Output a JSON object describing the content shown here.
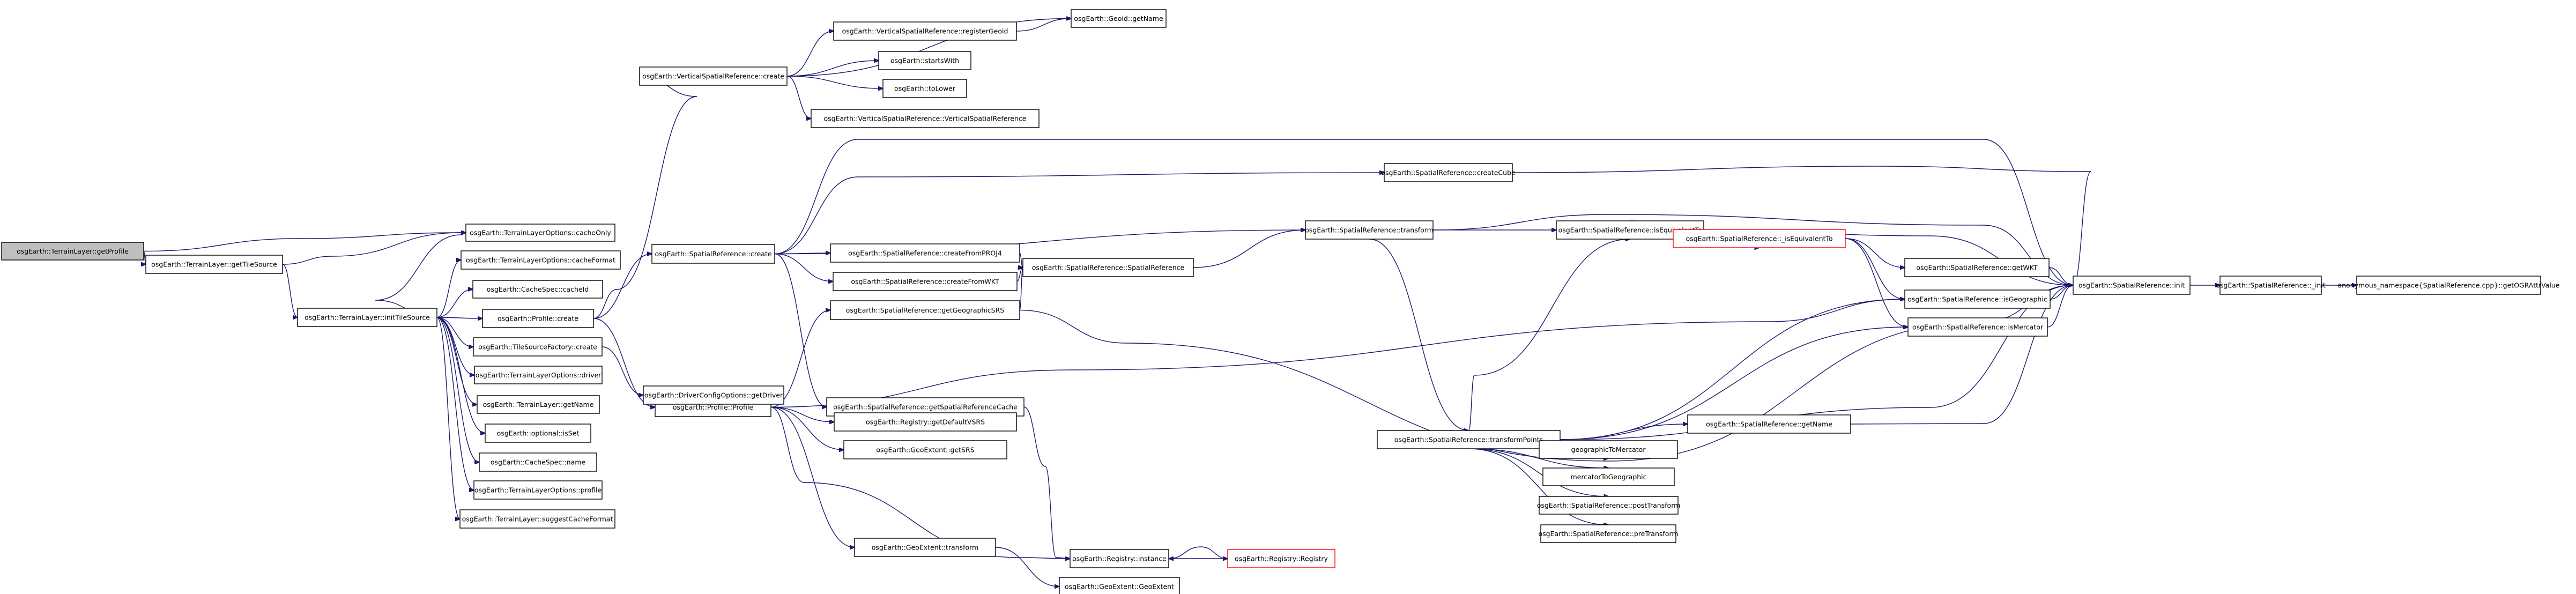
{
  "diagram": {
    "type": "call-graph",
    "nodes": [
      {
        "id": "n0",
        "label": "osgEarth::TerrainLayer::getProfile",
        "style": "root"
      },
      {
        "id": "n1",
        "label": "osgEarth::TerrainLayerOptions::cacheOnly"
      },
      {
        "id": "n2",
        "label": "osgEarth::TerrainLayer::getTileSource"
      },
      {
        "id": "n3",
        "label": "osgEarth::TerrainLayer::initTileSource"
      },
      {
        "id": "n4",
        "label": "osgEarth::TerrainLayerOptions::cacheFormat"
      },
      {
        "id": "n5",
        "label": "osgEarth::CacheSpec::cacheId"
      },
      {
        "id": "n6",
        "label": "osgEarth::Profile::create"
      },
      {
        "id": "n7",
        "label": "osgEarth::TileSourceFactory::create"
      },
      {
        "id": "n8",
        "label": "osgEarth::TerrainLayerOptions::driver"
      },
      {
        "id": "n9",
        "label": "osgEarth::TerrainLayer::getName"
      },
      {
        "id": "n10",
        "label": "osgEarth::optional::isSet"
      },
      {
        "id": "n11",
        "label": "osgEarth::CacheSpec::name"
      },
      {
        "id": "n12",
        "label": "osgEarth::TerrainLayerOptions::profile"
      },
      {
        "id": "n13",
        "label": "osgEarth::TerrainLayer::suggestCacheFormat"
      },
      {
        "id": "n14",
        "label": "osgEarth::VerticalSpatialReference::create"
      },
      {
        "id": "n15",
        "label": "osgEarth::VerticalSpatialReference::registerGeoid"
      },
      {
        "id": "n16",
        "label": "osgEarth::Geoid::getName"
      },
      {
        "id": "n17",
        "label": "osgEarth::startsWith"
      },
      {
        "id": "n18",
        "label": "osgEarth::toLower"
      },
      {
        "id": "n19",
        "label": "osgEarth::VerticalSpatialReference::VerticalSpatialReference"
      },
      {
        "id": "n20",
        "label": "osgEarth::SpatialReference::create"
      },
      {
        "id": "n21",
        "label": "osgEarth::Profile::Profile"
      },
      {
        "id": "n22",
        "label": "osgEarth::DriverConfigOptions::getDriver"
      },
      {
        "id": "n23",
        "label": "osgEarth::SpatialReference::createCube"
      },
      {
        "id": "n24",
        "label": "osgEarth::SpatialReference::transform"
      },
      {
        "id": "n25",
        "label": "osgEarth::SpatialReference::createFromPROJ4"
      },
      {
        "id": "n26",
        "label": "osgEarth::SpatialReference::createFromWKT"
      },
      {
        "id": "n27",
        "label": "osgEarth::SpatialReference::SpatialReference"
      },
      {
        "id": "n28",
        "label": "osgEarth::SpatialReference::getGeographicSRS"
      },
      {
        "id": "n29",
        "label": "osgEarth::SpatialReference::getSpatialReferenceCache"
      },
      {
        "id": "n30",
        "label": "osgEarth::Registry::getDefaultVSRS"
      },
      {
        "id": "n31",
        "label": "osgEarth::GeoExtent::getSRS"
      },
      {
        "id": "n32",
        "label": "osgEarth::GeoExtent::transform"
      },
      {
        "id": "n33",
        "label": "osgEarth::Registry::instance"
      },
      {
        "id": "n34",
        "label": "osgEarth::Registry::Registry",
        "style": "red"
      },
      {
        "id": "n35",
        "label": "osgEarth::GeoExtent::GeoExtent"
      },
      {
        "id": "n36",
        "label": "osgEarth::SpatialReference::isEquivalentTo"
      },
      {
        "id": "n37",
        "label": "osgEarth::SpatialReference::_isEquivalentTo",
        "style": "red"
      },
      {
        "id": "n38",
        "label": "osgEarth::SpatialReference::getWKT"
      },
      {
        "id": "n39",
        "label": "osgEarth::SpatialReference::isGeographic"
      },
      {
        "id": "n40",
        "label": "osgEarth::SpatialReference::isMercator"
      },
      {
        "id": "n41",
        "label": "osgEarth::SpatialReference::init"
      },
      {
        "id": "n42",
        "label": "osgEarth::SpatialReference::transformPoints"
      },
      {
        "id": "n43",
        "label": "osgEarth::SpatialReference::getName"
      },
      {
        "id": "n44",
        "label": "geographicToMercator"
      },
      {
        "id": "n45",
        "label": "mercatorToGeographic"
      },
      {
        "id": "n46",
        "label": "osgEarth::SpatialReference::postTransform"
      },
      {
        "id": "n47",
        "label": "osgEarth::SpatialReference::preTransform"
      },
      {
        "id": "n48",
        "label": "osgEarth::SpatialReference::_init"
      },
      {
        "id": "n49",
        "label": "anonymous_namespace{SpatialReference.cpp}::getOGRAttrValue"
      }
    ],
    "edges": [
      [
        "n0",
        "n1"
      ],
      [
        "n0",
        "n2"
      ],
      [
        "n2",
        "n1"
      ],
      [
        "n2",
        "n3"
      ],
      [
        "n3",
        "n1"
      ],
      [
        "n3",
        "n4"
      ],
      [
        "n3",
        "n5"
      ],
      [
        "n3",
        "n6"
      ],
      [
        "n3",
        "n7"
      ],
      [
        "n3",
        "n8"
      ],
      [
        "n3",
        "n9"
      ],
      [
        "n3",
        "n10"
      ],
      [
        "n3",
        "n11"
      ],
      [
        "n3",
        "n12"
      ],
      [
        "n3",
        "n13"
      ],
      [
        "n6",
        "n14"
      ],
      [
        "n6",
        "n20"
      ],
      [
        "n6",
        "n21"
      ],
      [
        "n7",
        "n22"
      ],
      [
        "n14",
        "n15"
      ],
      [
        "n14",
        "n16"
      ],
      [
        "n14",
        "n17"
      ],
      [
        "n14",
        "n18"
      ],
      [
        "n14",
        "n19"
      ],
      [
        "n15",
        "n16"
      ],
      [
        "n20",
        "n23"
      ],
      [
        "n20",
        "n24"
      ],
      [
        "n20",
        "n25"
      ],
      [
        "n20",
        "n26"
      ],
      [
        "n20",
        "n29"
      ],
      [
        "n20",
        "n41"
      ],
      [
        "n21",
        "n28"
      ],
      [
        "n21",
        "n30"
      ],
      [
        "n21",
        "n31"
      ],
      [
        "n21",
        "n32"
      ],
      [
        "n21",
        "n33"
      ],
      [
        "n21",
        "n39"
      ],
      [
        "n23",
        "n41"
      ],
      [
        "n24",
        "n36"
      ],
      [
        "n24",
        "n42"
      ],
      [
        "n24",
        "n41"
      ],
      [
        "n25",
        "n27"
      ],
      [
        "n26",
        "n27"
      ],
      [
        "n27",
        "n24"
      ],
      [
        "n28",
        "n27"
      ],
      [
        "n28",
        "n41"
      ],
      [
        "n29",
        "n33"
      ],
      [
        "n32",
        "n35"
      ],
      [
        "n33",
        "n34"
      ],
      [
        "n34",
        "n33"
      ],
      [
        "n36",
        "n37"
      ],
      [
        "n36",
        "n41"
      ],
      [
        "n37",
        "n38"
      ],
      [
        "n37",
        "n39"
      ],
      [
        "n37",
        "n40"
      ],
      [
        "n38",
        "n41"
      ],
      [
        "n39",
        "n41"
      ],
      [
        "n40",
        "n41"
      ],
      [
        "n42",
        "n36"
      ],
      [
        "n42",
        "n39"
      ],
      [
        "n42",
        "n40"
      ],
      [
        "n42",
        "n43"
      ],
      [
        "n42",
        "n44"
      ],
      [
        "n42",
        "n45"
      ],
      [
        "n42",
        "n46"
      ],
      [
        "n42",
        "n47"
      ],
      [
        "n42",
        "n41"
      ],
      [
        "n43",
        "n41"
      ],
      [
        "n41",
        "n48"
      ],
      [
        "n48",
        "n49"
      ]
    ]
  }
}
